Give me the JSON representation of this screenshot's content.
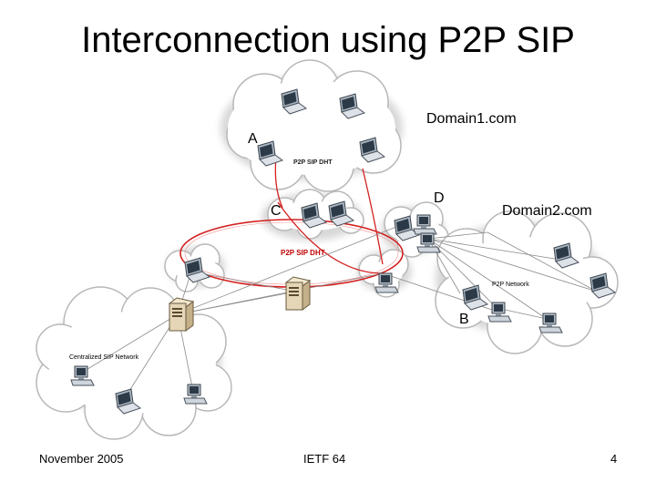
{
  "slide": {
    "title": "Interconnection using P2P SIP",
    "footer_left": "November 2005",
    "footer_center": "IETF 64",
    "footer_right": "4"
  },
  "diagram": {
    "labels": {
      "domain1": "Domain1.com",
      "domain2": "Domain2.com",
      "node_a": "A",
      "node_b": "B",
      "node_c": "C",
      "node_d": "D"
    },
    "cloud_labels": {
      "domain1_dht": "P2P SIP DHT",
      "interconnect_dht": "P2P SIP DHT",
      "p2p_network": "P2P Network",
      "centralized": "Centralized SIP Network"
    },
    "icons": [
      "laptop-icon",
      "desktop-computer-icon",
      "server-icon"
    ],
    "colors": {
      "dht_ring": "#d42020",
      "cloud_shadow": "#d8d8d8",
      "link_line": "#8a8a8a"
    }
  }
}
